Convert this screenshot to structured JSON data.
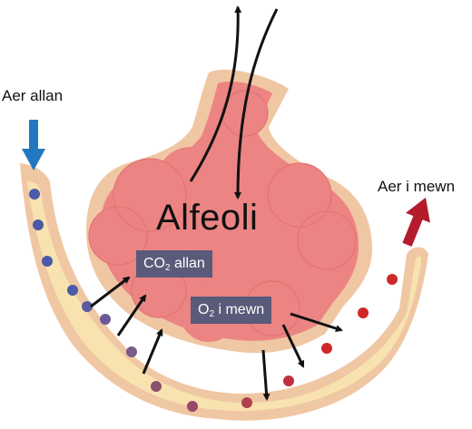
{
  "diagram": {
    "title": "Alfeoli",
    "air_out_label": "Aer allan",
    "air_in_label": "Aer i mewn",
    "co2_box": {
      "pre": "CO",
      "sub": "2",
      "post": " allan"
    },
    "o2_box": {
      "pre": "O",
      "sub": "2",
      "post": " i mewn"
    }
  },
  "colors": {
    "alveolus_fill": "#ec8484",
    "alveolus_wall": "#f0c7a3",
    "capillary_fill": "#f8e3b0",
    "air_out_arrow": "#2278c0",
    "air_in_arrow": "#b41c2c",
    "label_box": "#5a5a7a",
    "deoxygenated_cell": "#4a5aa8",
    "oxygenated_cell": "#d02828"
  }
}
